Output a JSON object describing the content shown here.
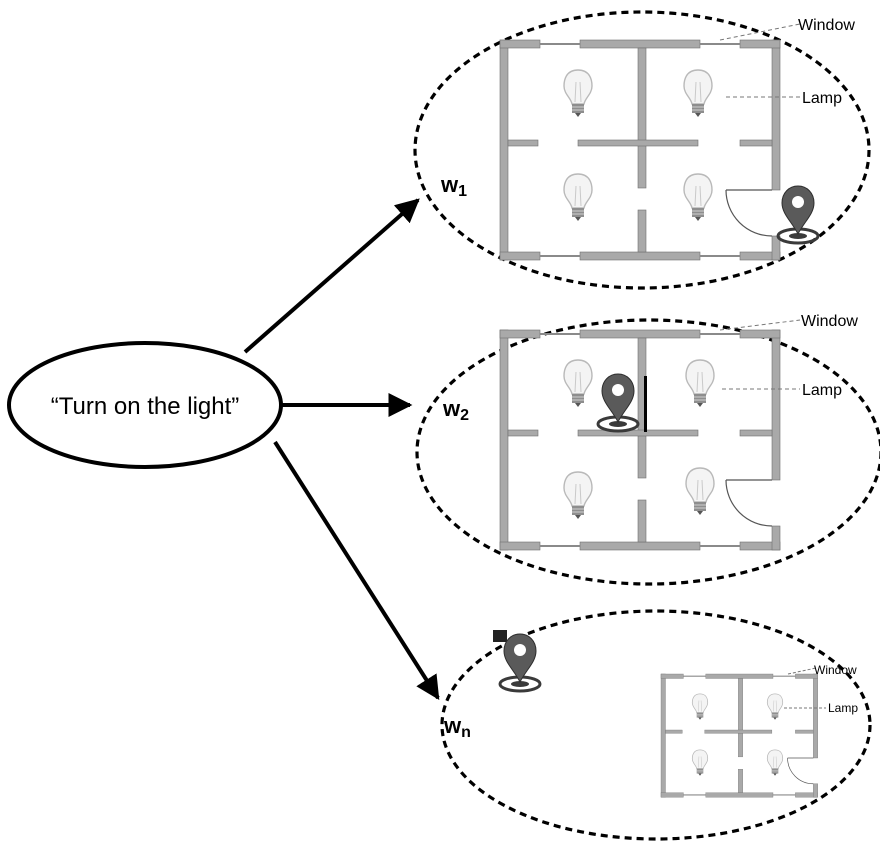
{
  "instruction": "“Turn on the light”",
  "worlds": [
    {
      "label_base": "w",
      "label_sub": "1",
      "window_label": "Window",
      "lamp_label": "Lamp"
    },
    {
      "label_base": "w",
      "label_sub": "2",
      "window_label": "Window",
      "lamp_label": "Lamp"
    },
    {
      "label_base": "w",
      "label_sub": "n",
      "window_label": "Window",
      "lamp_label": "Lamp"
    }
  ],
  "colors": {
    "wall": "#a9a9a9",
    "wall_edge": "#6f6f6f",
    "marker": "#555555",
    "line": "#000000"
  },
  "icons": [
    "lightbulb-icon",
    "location-pin-icon"
  ]
}
